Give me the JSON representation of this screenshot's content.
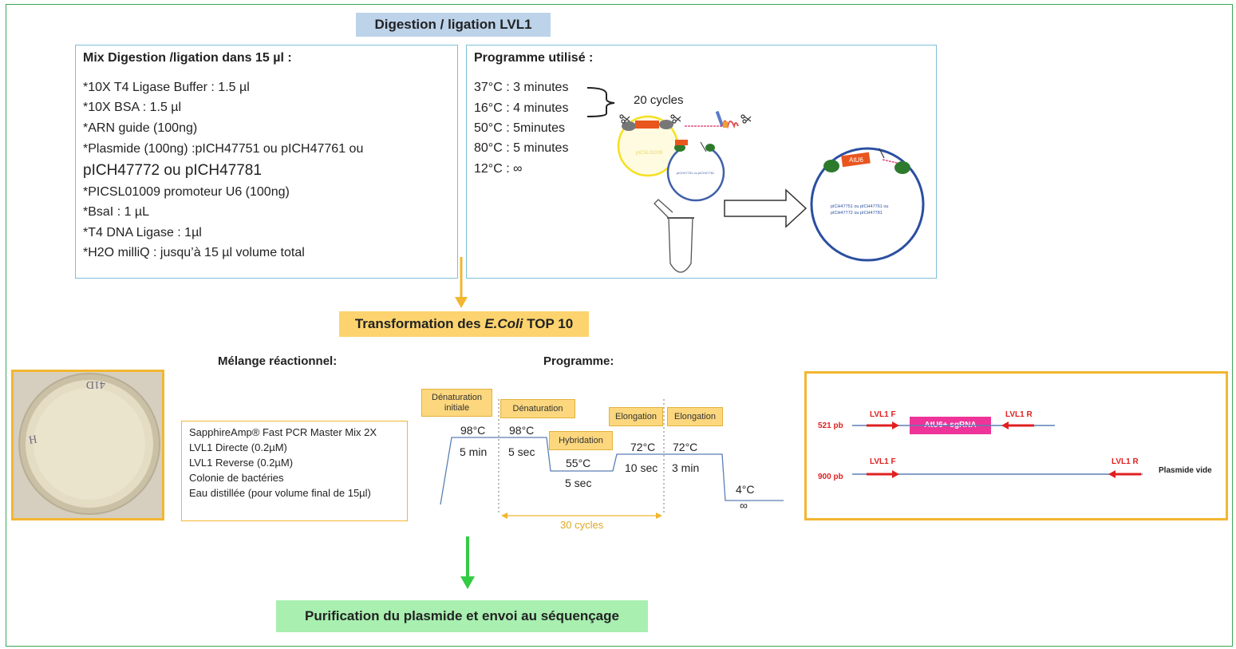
{
  "title": "Digestion / ligation LVL1",
  "mix": {
    "title": "Mix Digestion /ligation dans 15 µl :",
    "lines": [
      "*10X T4 Ligase Buffer : 1.5 µl",
      "*10X BSA : 1.5 µl",
      "*ARN guide (100ng)",
      "*Plasmide (100ng) :pICH47751 ou pICH47761 ou",
      "pICH47772 ou pICH47781",
      "*PICSL01009 promoteur U6 (100ng)",
      "*BsaI : 1 µL",
      "*T4 DNA Ligase : 1µl",
      "*H2O milliQ : jusqu’à 15 µl volume total"
    ]
  },
  "programme": {
    "title": "Programme utilisé :",
    "steps": [
      "37°C : 3 minutes",
      "16°C : 4 minutes",
      "50°C : 5minutes",
      "80°C : 5 minutes",
      "12°C : ∞"
    ],
    "cycles": "20 cycles",
    "atu6_label": "AtU6",
    "plasmid_text": "pICH47751 ou pICH47761 ou pICH47772 ou pICH47781"
  },
  "transformation": {
    "title_prefix": "Transformation des ",
    "title_em": "E.Coli",
    "title_suffix": " TOP 10"
  },
  "melange": {
    "title": "Mélange réactionnel:",
    "lines": [
      "SapphireAmp® Fast PCR Master Mix 2X",
      "LVL1 Directe (0.2µM)",
      "LVL1 Reverse (0.2µM)",
      "Colonie de bactéries",
      "Eau distillée (pour volume final de 15µl)"
    ]
  },
  "pcr": {
    "title": "Programme:",
    "step1_line1": "Dénaturation",
    "step1_line2": "initiale",
    "step2": "Dénaturation",
    "step3": "Hybridation",
    "step4": "Elongation",
    "step5": "Elongation",
    "t1": "98°C",
    "d1": "5 min",
    "t2": "98°C",
    "d2": "5 sec",
    "t3": "55°C",
    "d3": "5 sec",
    "t4": "72°C",
    "d4": "10 sec",
    "t5": "72°C",
    "d5": "3 min",
    "t6": "4°C",
    "d6": "∞",
    "cycles": "30 cycles"
  },
  "gel": {
    "row1_size": "521 pb",
    "row2_size": "900 pb",
    "primer_f": "LVL1 F",
    "primer_r": "LVL1 R",
    "insert": "AtU6+ sgRNA",
    "empty_label": "Plasmide vide"
  },
  "petri_marks": [
    "H",
    "41D"
  ],
  "purification": "Purification du plasmide et envoi au séquençage",
  "colors": {
    "frame": "#3aa655",
    "title_bg": "#bcd3ea",
    "transfo_bg": "#fcd36e",
    "purif_bg": "#a8efb0",
    "gold": "#f2b630",
    "arrow_green": "#33cc44",
    "insert_pink": "#ee3399"
  }
}
